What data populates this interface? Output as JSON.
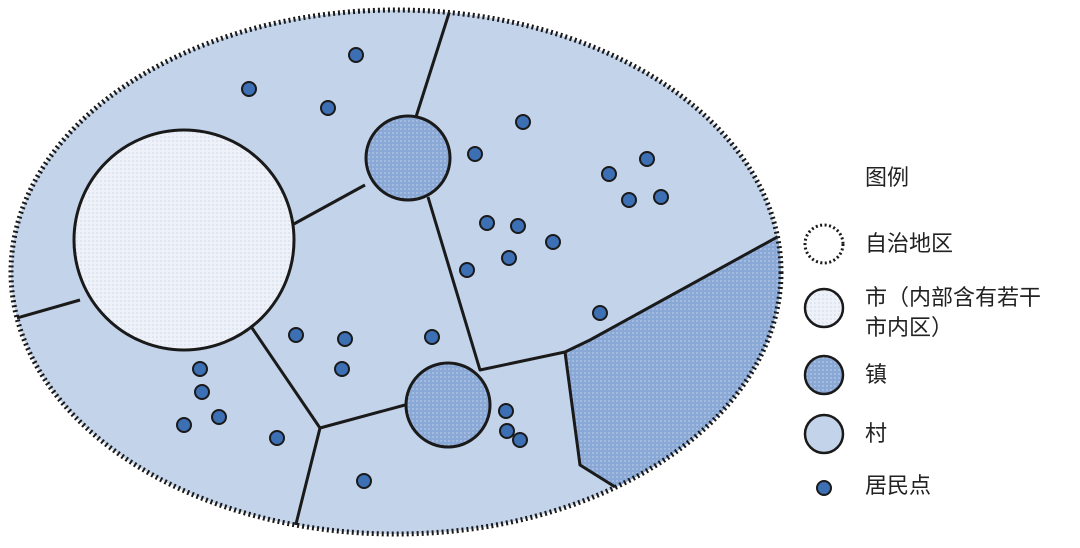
{
  "legend": {
    "title": "图例",
    "items": [
      {
        "label": "自治地区",
        "kind": "autonomous-region"
      },
      {
        "label": "市（内部含有若干\n市内区）",
        "kind": "city"
      },
      {
        "label": "镇",
        "kind": "town"
      },
      {
        "label": "村",
        "kind": "village"
      },
      {
        "label": "居民点",
        "kind": "settlement"
      }
    ]
  },
  "colors": {
    "region_fill": "#c3d3ea",
    "town_fill": "#8aa8d5",
    "city_fill": "#e8eef7",
    "settlement_fill": "#3d6fb4",
    "border": "#1a1a1a"
  }
}
